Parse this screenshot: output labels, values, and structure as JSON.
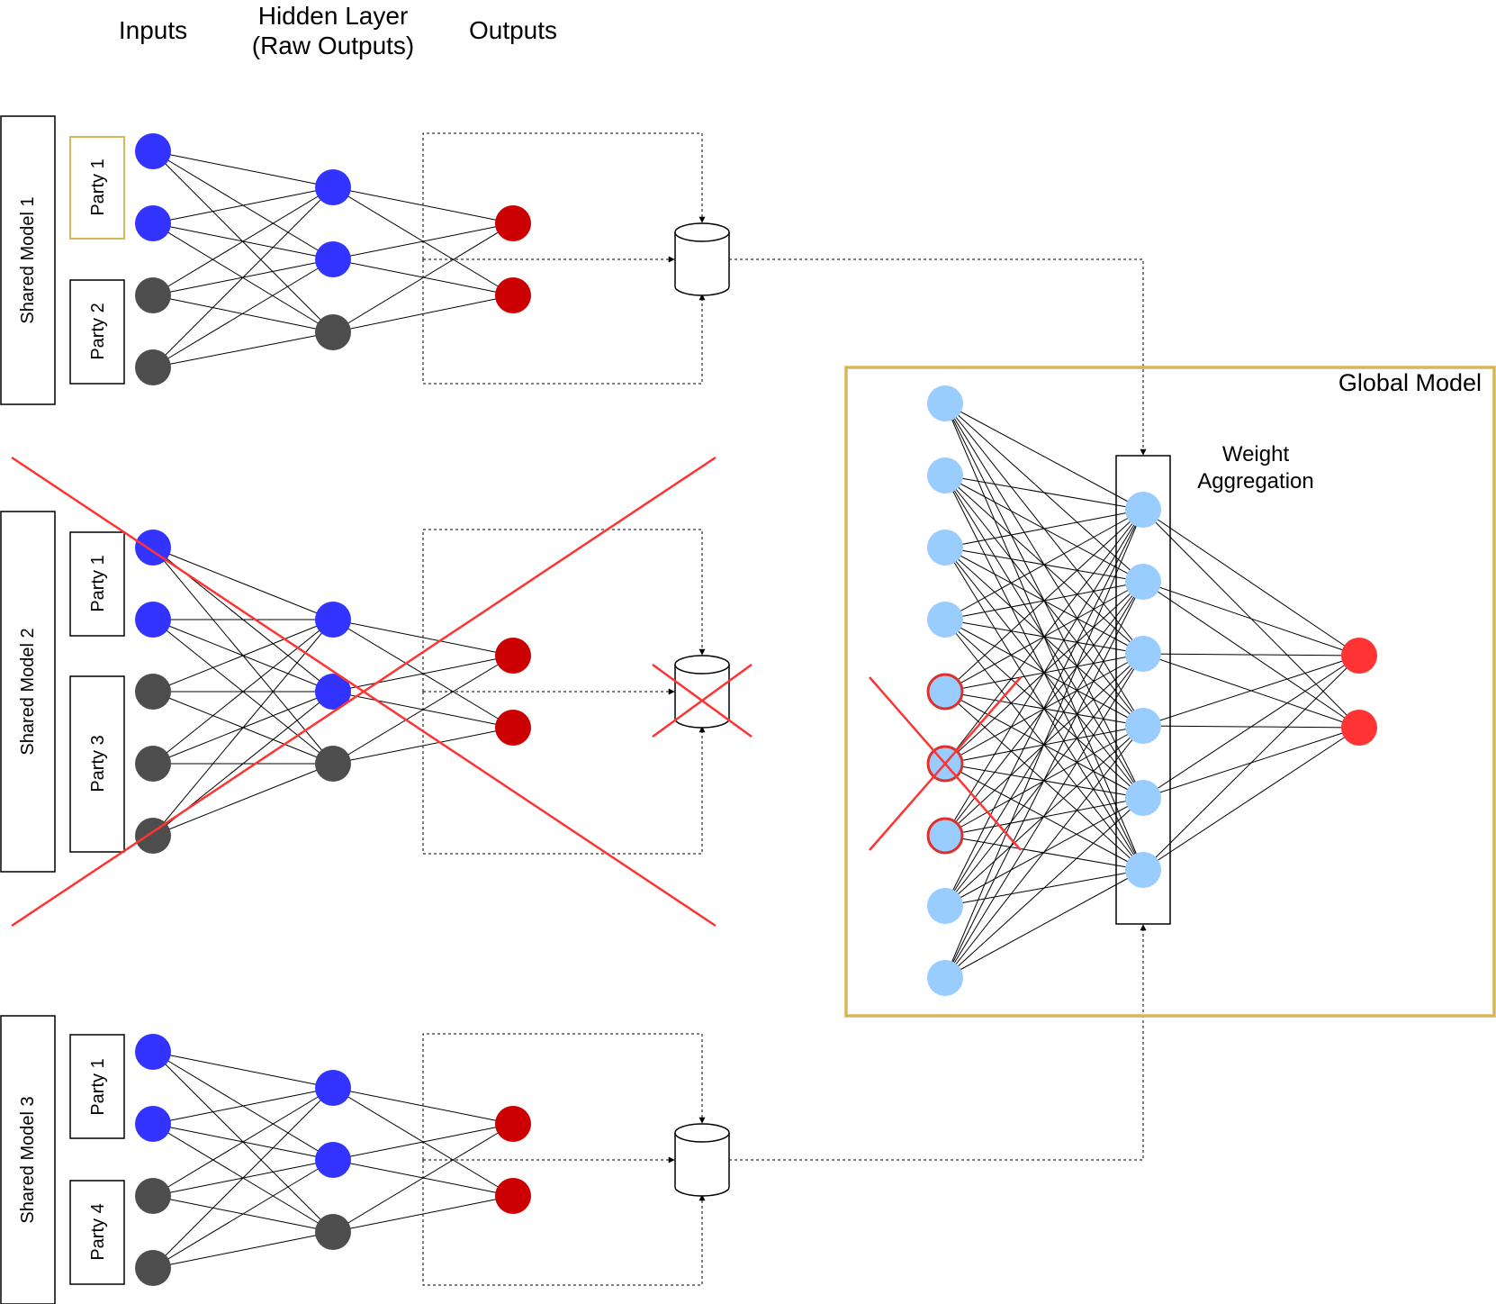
{
  "headers": {
    "inputs": "Inputs",
    "hidden_line1": "Hidden Layer",
    "hidden_line2": "(Raw Outputs)",
    "outputs": "Outputs"
  },
  "shared_models": [
    {
      "label": "Shared Model 1",
      "parties": [
        "Party 1",
        "Party 2"
      ],
      "excluded": false
    },
    {
      "label": "Shared Model 2",
      "parties": [
        "Party 1",
        "Party 3"
      ],
      "excluded": true
    },
    {
      "label": "Shared Model 3",
      "parties": [
        "Party 1",
        "Party 4"
      ],
      "excluded": false
    }
  ],
  "global_model": {
    "title": "Global Model",
    "aggregation_line1": "Weight",
    "aggregation_line2": "Aggregation",
    "input_nodes": 9,
    "excluded_input_nodes": [
      4,
      5,
      6
    ],
    "hidden_nodes": 6,
    "output_nodes": 2
  },
  "colors": {
    "input_active": "#3333ff",
    "input_other": "#4d4d4d",
    "hidden_active": "#3333ff",
    "hidden_other": "#4d4d4d",
    "output": "#cc0000",
    "global_node": "#99ccff",
    "global_output": "#ff3333",
    "highlight_border": "#d6b656",
    "cross": "#ff3333"
  }
}
